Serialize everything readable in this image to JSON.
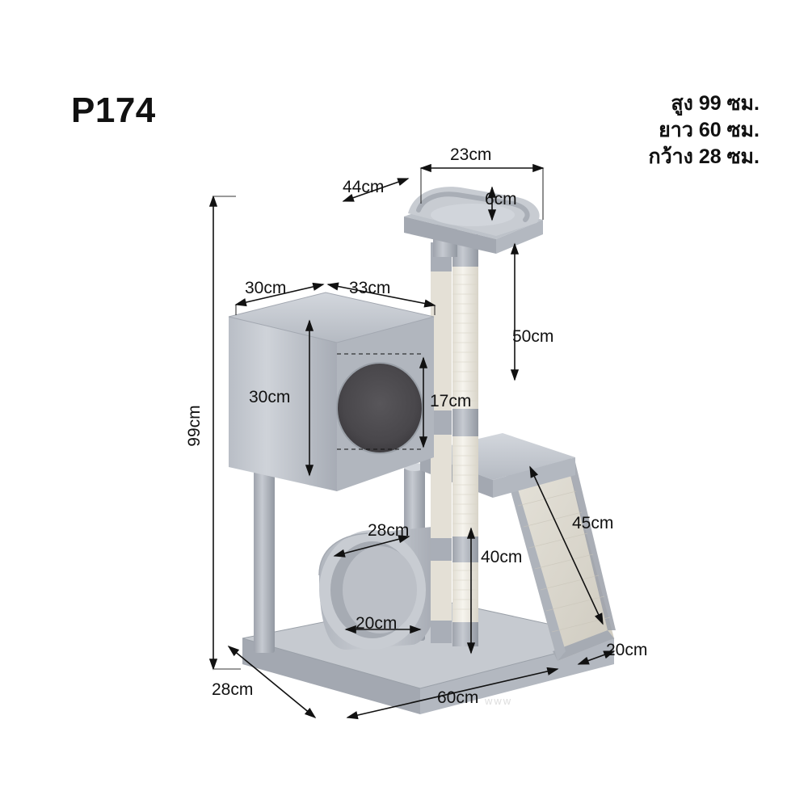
{
  "model_code": "P174",
  "spec": {
    "lines": [
      {
        "label": "สูง",
        "value": "99",
        "unit": "ซม."
      },
      {
        "label": "ยาว",
        "value": "60",
        "unit": "ซม."
      },
      {
        "label": "กว้าง",
        "value": "28",
        "unit": "ซม."
      }
    ]
  },
  "dimensions": {
    "top_perch_width": "23cm",
    "top_perch_depth": "44cm",
    "top_perch_thickness": "6cm",
    "post_upper": "50cm",
    "house_depth": "30cm",
    "house_width": "33cm",
    "house_height": "30cm",
    "house_hole": "17cm",
    "overall_height": "99cm",
    "tunnel_length": "28cm",
    "tunnel_diameter": "20cm",
    "post_lower": "40cm",
    "ramp_length": "45cm",
    "ramp_width": "20cm",
    "base_depth": "28cm",
    "base_width": "60cm"
  },
  "colors": {
    "plush_light": "#c3c7cd",
    "plush_mid": "#a9aeb6",
    "plush_dark": "#8f949d",
    "sisal": "#efece4",
    "line": "#111111",
    "text": "#111111"
  },
  "watermark": "www"
}
